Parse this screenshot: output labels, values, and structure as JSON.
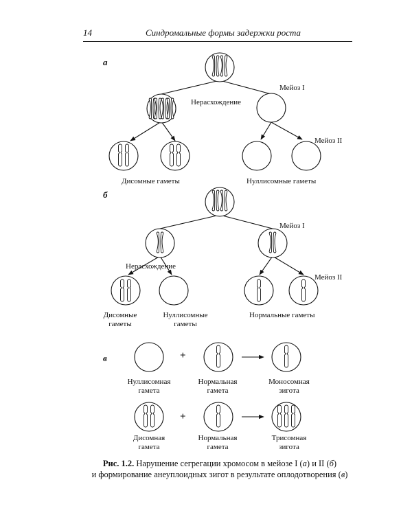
{
  "header": {
    "page_number": "14",
    "running_title": "Синдромальные формы задержки роста"
  },
  "panels": {
    "a": "а",
    "b": "б",
    "v": "в"
  },
  "labels": {
    "meiosis1": "Мейоз I",
    "meiosis2": "Мейоз II",
    "nondisjunction": "Нерасхождение",
    "disomic_gametes": "Дисомные гаметы",
    "nullisomic_gametes": "Нуллисомные гаметы",
    "disomic_gametes_2line": "Дисомные\nгаметы",
    "nullisomic_gametes_2line": "Нуллисомные\nгаметы",
    "normal_gametes": "Нормальные гаметы",
    "nullisomic_gamete": "Нуллисомная\nгамета",
    "normal_gamete": "Нормальная\nгамета",
    "monosomic_zygote": "Моносомная\nзигота",
    "disomic_gamete": "Дисомная\nгамета",
    "trisomic_zygote": "Трисомная\nзигота",
    "plus": "+"
  },
  "caption": {
    "figure_label": "Рис. 1.2.",
    "line1_text": " Нарушение сегрегации хромосом в мейозе I (",
    "line1_a": "а",
    "line1_mid": ") и II (",
    "line1_b": "б",
    "line1_end": ")",
    "line2_text": "и формирование анеуплоидных зигот в результате оплодотворения (",
    "line2_v": "в",
    "line2_end": ")"
  }
}
